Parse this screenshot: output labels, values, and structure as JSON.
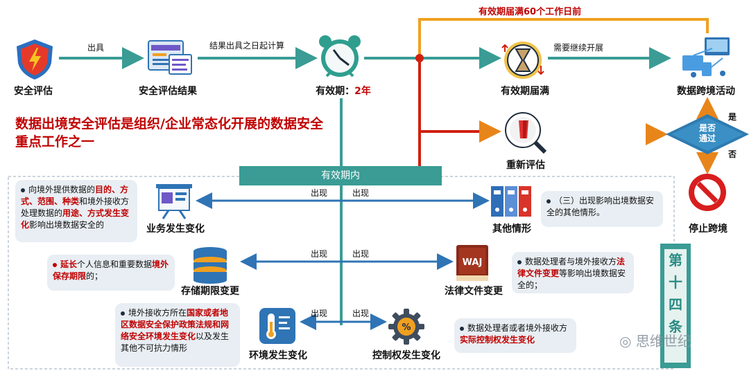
{
  "colors": {
    "teal": "#3a9c95",
    "blue": "#2f74b5",
    "orange": "#f0a020",
    "red": "#c00000",
    "dark": "#1f2d3d"
  },
  "top": {
    "n1": "安全评估",
    "arrow1": "出具",
    "n2": "安全评估结果",
    "arrow2": "结果出具之日起计算",
    "n3_prefix": "有效期：",
    "n3_value": "2年",
    "n4": "有效期届满",
    "arrow4": "需要继续开展",
    "n5": "数据跨境活动",
    "expiry_note": "有效期届满60个工作日前"
  },
  "headline": "数据出境安全评估是组织/企业常态化开展的数据安全重点工作之一",
  "re_eval": "重新评估",
  "decision": {
    "line1": "是否",
    "line2": "通过",
    "yes": "是",
    "no": "否"
  },
  "stop": "停止跨境",
  "period_bar": "有效期内",
  "appear": "出现",
  "events": {
    "business": "业务发生变化",
    "other": "其他情形",
    "storage": "存储期限变更",
    "legal": "法律文件变更",
    "environment": "环境发生变化",
    "control": "控制权发生变化"
  },
  "bubbles": {
    "business": [
      [
        "向境外提供数据的",
        0
      ],
      [
        "目的、方式、范围、种类",
        1
      ],
      [
        "和境外接收方处理数据的",
        0
      ],
      [
        "用途、方式发生变化",
        1
      ],
      [
        "影响出境数据安全的",
        0
      ]
    ],
    "other": "（三）出现影响出境数据安全的其他情形。",
    "storage": [
      [
        "延长",
        1
      ],
      [
        "个人信息和重要数据",
        0
      ],
      [
        "境外保存期限",
        1
      ],
      [
        "的；",
        0
      ]
    ],
    "legal": [
      [
        "数据处理者与境外接收方",
        0
      ],
      [
        "法律文件变更",
        1
      ],
      [
        "等影响出境数据安全的；",
        0
      ]
    ],
    "environment": [
      [
        "境外接收方所在",
        0
      ],
      [
        "国家或者地区数据安全保护政策法规和网络安全环境发生变化",
        1
      ],
      [
        "以及发生其他不可抗力情形",
        0
      ]
    ],
    "control": [
      [
        "数据处理者或者境外接收方",
        0
      ],
      [
        "实际控制权发生变化",
        1
      ]
    ]
  },
  "icons": {
    "n1": "shield-icon",
    "n2": "report-icon",
    "n3": "alarm-clock-icon",
    "n4": "hourglass-icon",
    "n5": "network-icon",
    "reeval": "magnifier-icon",
    "stop": "no-entry-icon",
    "business": "presentation-board-icon",
    "other": "binders-icon",
    "storage": "database-icon",
    "legal": "law-book-icon",
    "environment": "thermometer-icon",
    "control": "gear-percent-icon"
  },
  "book_text": "WAJ",
  "article": "第十四条",
  "watermark": "思维世纪"
}
